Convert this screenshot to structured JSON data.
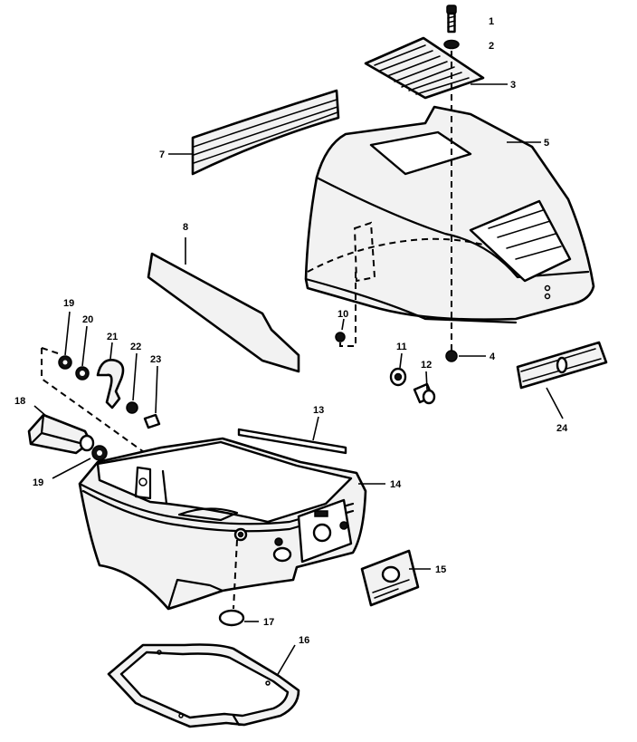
{
  "diagram": {
    "callouts": [
      "1",
      "2",
      "3",
      "4",
      "5",
      "7",
      "8",
      "10",
      "11",
      "12",
      "13",
      "14",
      "15",
      "16",
      "17",
      "18",
      "19",
      "19",
      "20",
      "21",
      "22",
      "23",
      "24"
    ]
  }
}
